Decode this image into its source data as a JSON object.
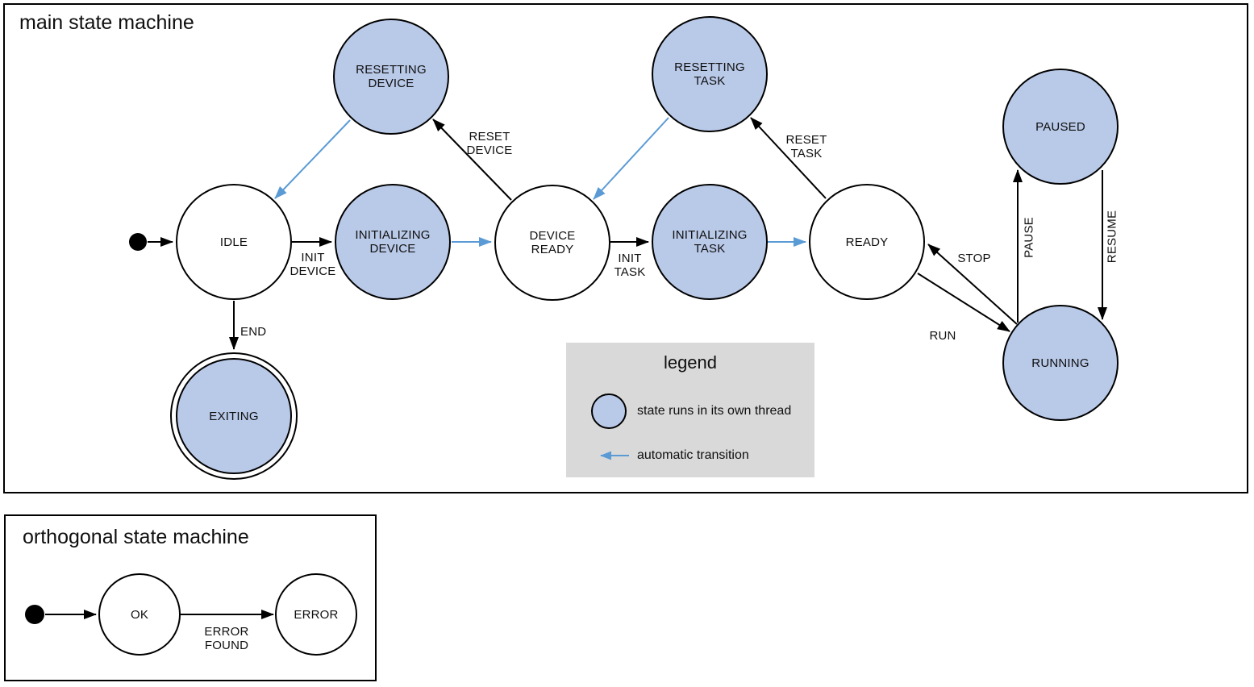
{
  "colors": {
    "threaded_state_fill": "#b9c9e8",
    "automatic_transition_arrow": "#5b9bd5",
    "legend_background": "#d9d9d9",
    "line_black": "#000000"
  },
  "main": {
    "title": "main state machine",
    "states": {
      "resetting_device": {
        "line1": "RESETTING",
        "line2": "DEVICE"
      },
      "resetting_task": {
        "line1": "RESETTING",
        "line2": "TASK"
      },
      "paused": {
        "line1": "PAUSED"
      },
      "idle": {
        "line1": "IDLE"
      },
      "initializing_device": {
        "line1": "INITIALIZING",
        "line2": "DEVICE"
      },
      "device_ready": {
        "line1": "DEVICE",
        "line2": "READY"
      },
      "initializing_task": {
        "line1": "INITIALIZING",
        "line2": "TASK"
      },
      "ready": {
        "line1": "READY"
      },
      "running": {
        "line1": "RUNNING"
      },
      "exiting": {
        "line1": "EXITING"
      }
    },
    "transitions": {
      "init_device": {
        "line1": "INIT",
        "line2": "DEVICE"
      },
      "reset_device": {
        "line1": "RESET",
        "line2": "DEVICE"
      },
      "init_task": {
        "line1": "INIT",
        "line2": "TASK"
      },
      "reset_task": {
        "line1": "RESET",
        "line2": "TASK"
      },
      "run": {
        "label": "RUN"
      },
      "stop": {
        "label": "STOP"
      },
      "pause": {
        "label": "PAUSE"
      },
      "resume": {
        "label": "RESUME"
      },
      "end": {
        "label": "END"
      }
    },
    "legend": {
      "title": "legend",
      "thread_label": "state runs in its own thread",
      "auto_label": "automatic transition"
    }
  },
  "ortho": {
    "title": "orthogonal state machine",
    "states": {
      "ok": {
        "line1": "OK"
      },
      "error": {
        "line1": "ERROR"
      }
    },
    "transitions": {
      "error_found": {
        "line1": "ERROR",
        "line2": "FOUND"
      }
    }
  }
}
